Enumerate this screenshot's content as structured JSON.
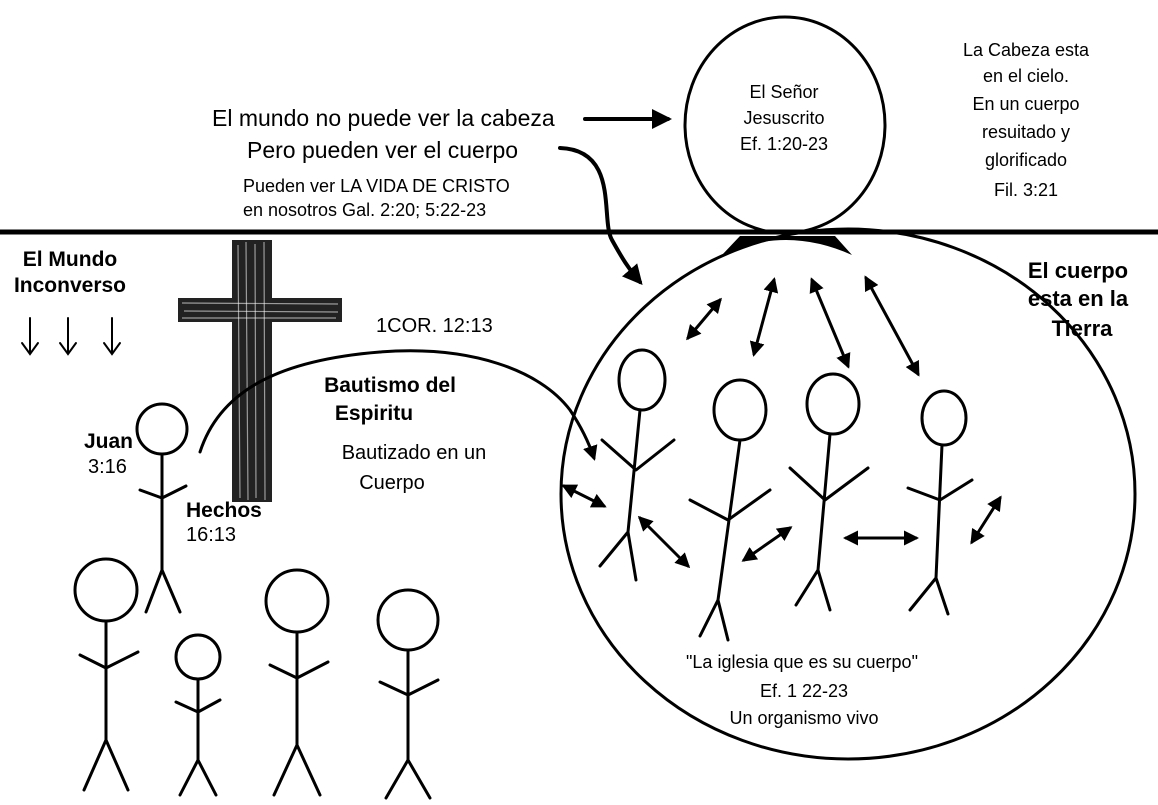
{
  "top_text": {
    "world_cannot_see_head": "El mundo no puede ver la cabeza",
    "but_can_see_body": "Pero pueden ver el cuerpo",
    "life_of_christ_1": "Pueden ver LA VIDA DE CRISTO",
    "life_of_christ_2": "en nosotros Gal. 2:20; 5:22-23"
  },
  "head": {
    "line1": "El Señor",
    "line2": "Jesuscrito",
    "line3": "Ef. 1:20-23"
  },
  "heaven_note": {
    "line1": "La Cabeza esta",
    "line2": "en el cielo.",
    "line3": "En un cuerpo",
    "line4": "resuitado y",
    "line5": "glorificado",
    "line6": "Fil. 3:21"
  },
  "world_label": {
    "line1": "El Mundo",
    "line2": "Inconverso"
  },
  "body_earth_label": {
    "line1": "El cuerpo",
    "line2": "esta en la",
    "line3": "Tierra"
  },
  "corinthians_ref": "1COR. 12:13",
  "spirit_baptism": {
    "title1": "Bautismo del",
    "title2": "Espiritu",
    "sub1": "Bautizado en un",
    "sub2": "Cuerpo"
  },
  "john_ref": {
    "name": "Juan",
    "verse": "3:16"
  },
  "acts_ref": {
    "name": "Hechos",
    "verse": "16:13"
  },
  "church_quote": {
    "line1": "\"La iglesia que es su cuerpo\"",
    "line2": "Ef. 1 22-23",
    "line3": "Un organismo vivo"
  }
}
